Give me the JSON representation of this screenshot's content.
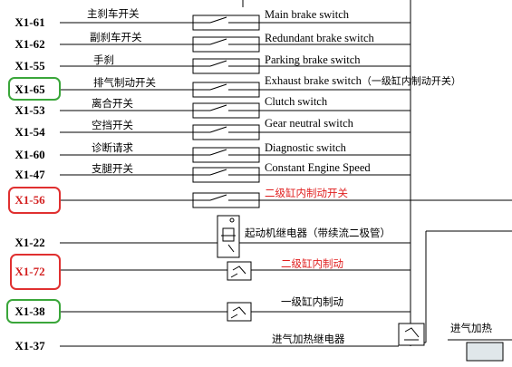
{
  "rows": [
    {
      "pin": "X1-61",
      "cn": "主刹车开关",
      "en": "Main brake switch"
    },
    {
      "pin": "X1-62",
      "cn": "副刹车开关",
      "en": "Redundant brake switch"
    },
    {
      "pin": "X1-55",
      "cn": "手刹",
      "en": "Parking brake switch"
    },
    {
      "pin": "X1-65",
      "cn": "排气制动开关",
      "en": "Exhaust brake switch",
      "en_cn": "（一级缸内制动开关）"
    },
    {
      "pin": "X1-53",
      "cn": "离合开关",
      "en": "Clutch switch"
    },
    {
      "pin": "X1-54",
      "cn": "空挡开关",
      "en": "Gear neutral switch"
    },
    {
      "pin": "X1-60",
      "cn": "诊断请求",
      "en": "Diagnostic switch"
    },
    {
      "pin": "X1-47",
      "cn": "支腿开关",
      "en": "Constant Engine Speed"
    },
    {
      "pin": "X1-56",
      "label": "二级缸内制动开关"
    },
    {
      "pin": "X1-22",
      "label": "起动机继电器（带续流二极管）"
    },
    {
      "pin": "X1-72",
      "label": "二级缸内制动"
    },
    {
      "pin": "X1-38",
      "label": "一级缸内制动"
    },
    {
      "pin": "X1-37",
      "label": "进气加热继电器",
      "right_label": "进气加热"
    }
  ],
  "colors": {
    "red_pin": "#d32020",
    "red_label": "#e02020",
    "red_box": "#e03030",
    "green_box": "#3aa63a",
    "wire": "#000000"
  },
  "highlights": [
    {
      "pin": "X1-65",
      "color": "green"
    },
    {
      "pin": "X1-56",
      "color": "red"
    },
    {
      "pin": "X1-72",
      "color": "red"
    },
    {
      "pin": "X1-38",
      "color": "green"
    }
  ]
}
